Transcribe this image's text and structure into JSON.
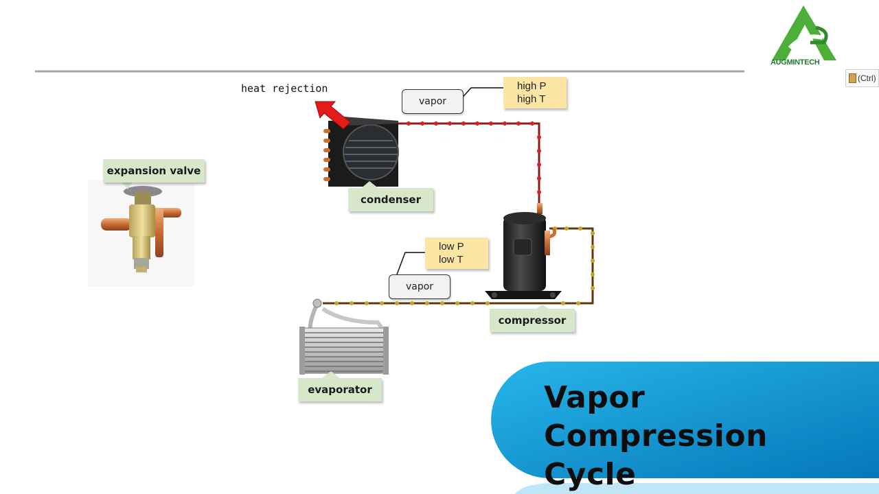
{
  "brand": {
    "name": "AUGMINTECH"
  },
  "clipboard_hint": "(Ctrl)",
  "title": {
    "line1": "Vapor Compression",
    "line2": "Cycle"
  },
  "labels": {
    "heat_rejection": "heat rejection",
    "expansion_valve": "expansion valve",
    "condenser": "condenser",
    "compressor": "compressor",
    "evaporator": "evaporator"
  },
  "high_side": {
    "state": "vapor",
    "pressure": "high P",
    "temperature": "high T"
  },
  "low_side": {
    "state": "vapor",
    "pressure": "low P",
    "temperature": "low T"
  },
  "colors": {
    "high_pressure_line": "#8b1a1a",
    "low_pressure_line": "#7a5a10",
    "heat_arrow": "#e31b1b",
    "label_bg": "#d6e8c9",
    "tag_bg": "#fde5a5",
    "banner": "#0a9fd8"
  }
}
